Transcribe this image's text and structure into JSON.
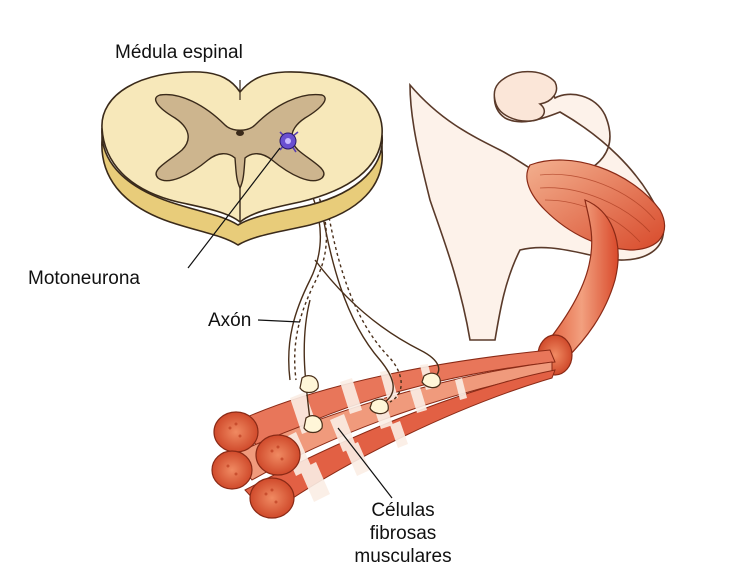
{
  "labels": {
    "spinal_cord": "Médula espinal",
    "motoneuron": "Motoneurona",
    "axon": "Axón",
    "muscle_cells_line1": "Células",
    "muscle_cells_line2": "fibrosas",
    "muscle_cells_line3": "musculares"
  },
  "colors": {
    "spinal_white_matter": "#f6e6b4",
    "spinal_side": "#e9cf7e",
    "spinal_gray_matter": "#cdb58e",
    "outline": "#3a2a1a",
    "motoneuron": "#5a3fb0",
    "muscle_red": "#d9502f",
    "muscle_light": "#f7d2bd",
    "skin": "#fbe9dc"
  }
}
